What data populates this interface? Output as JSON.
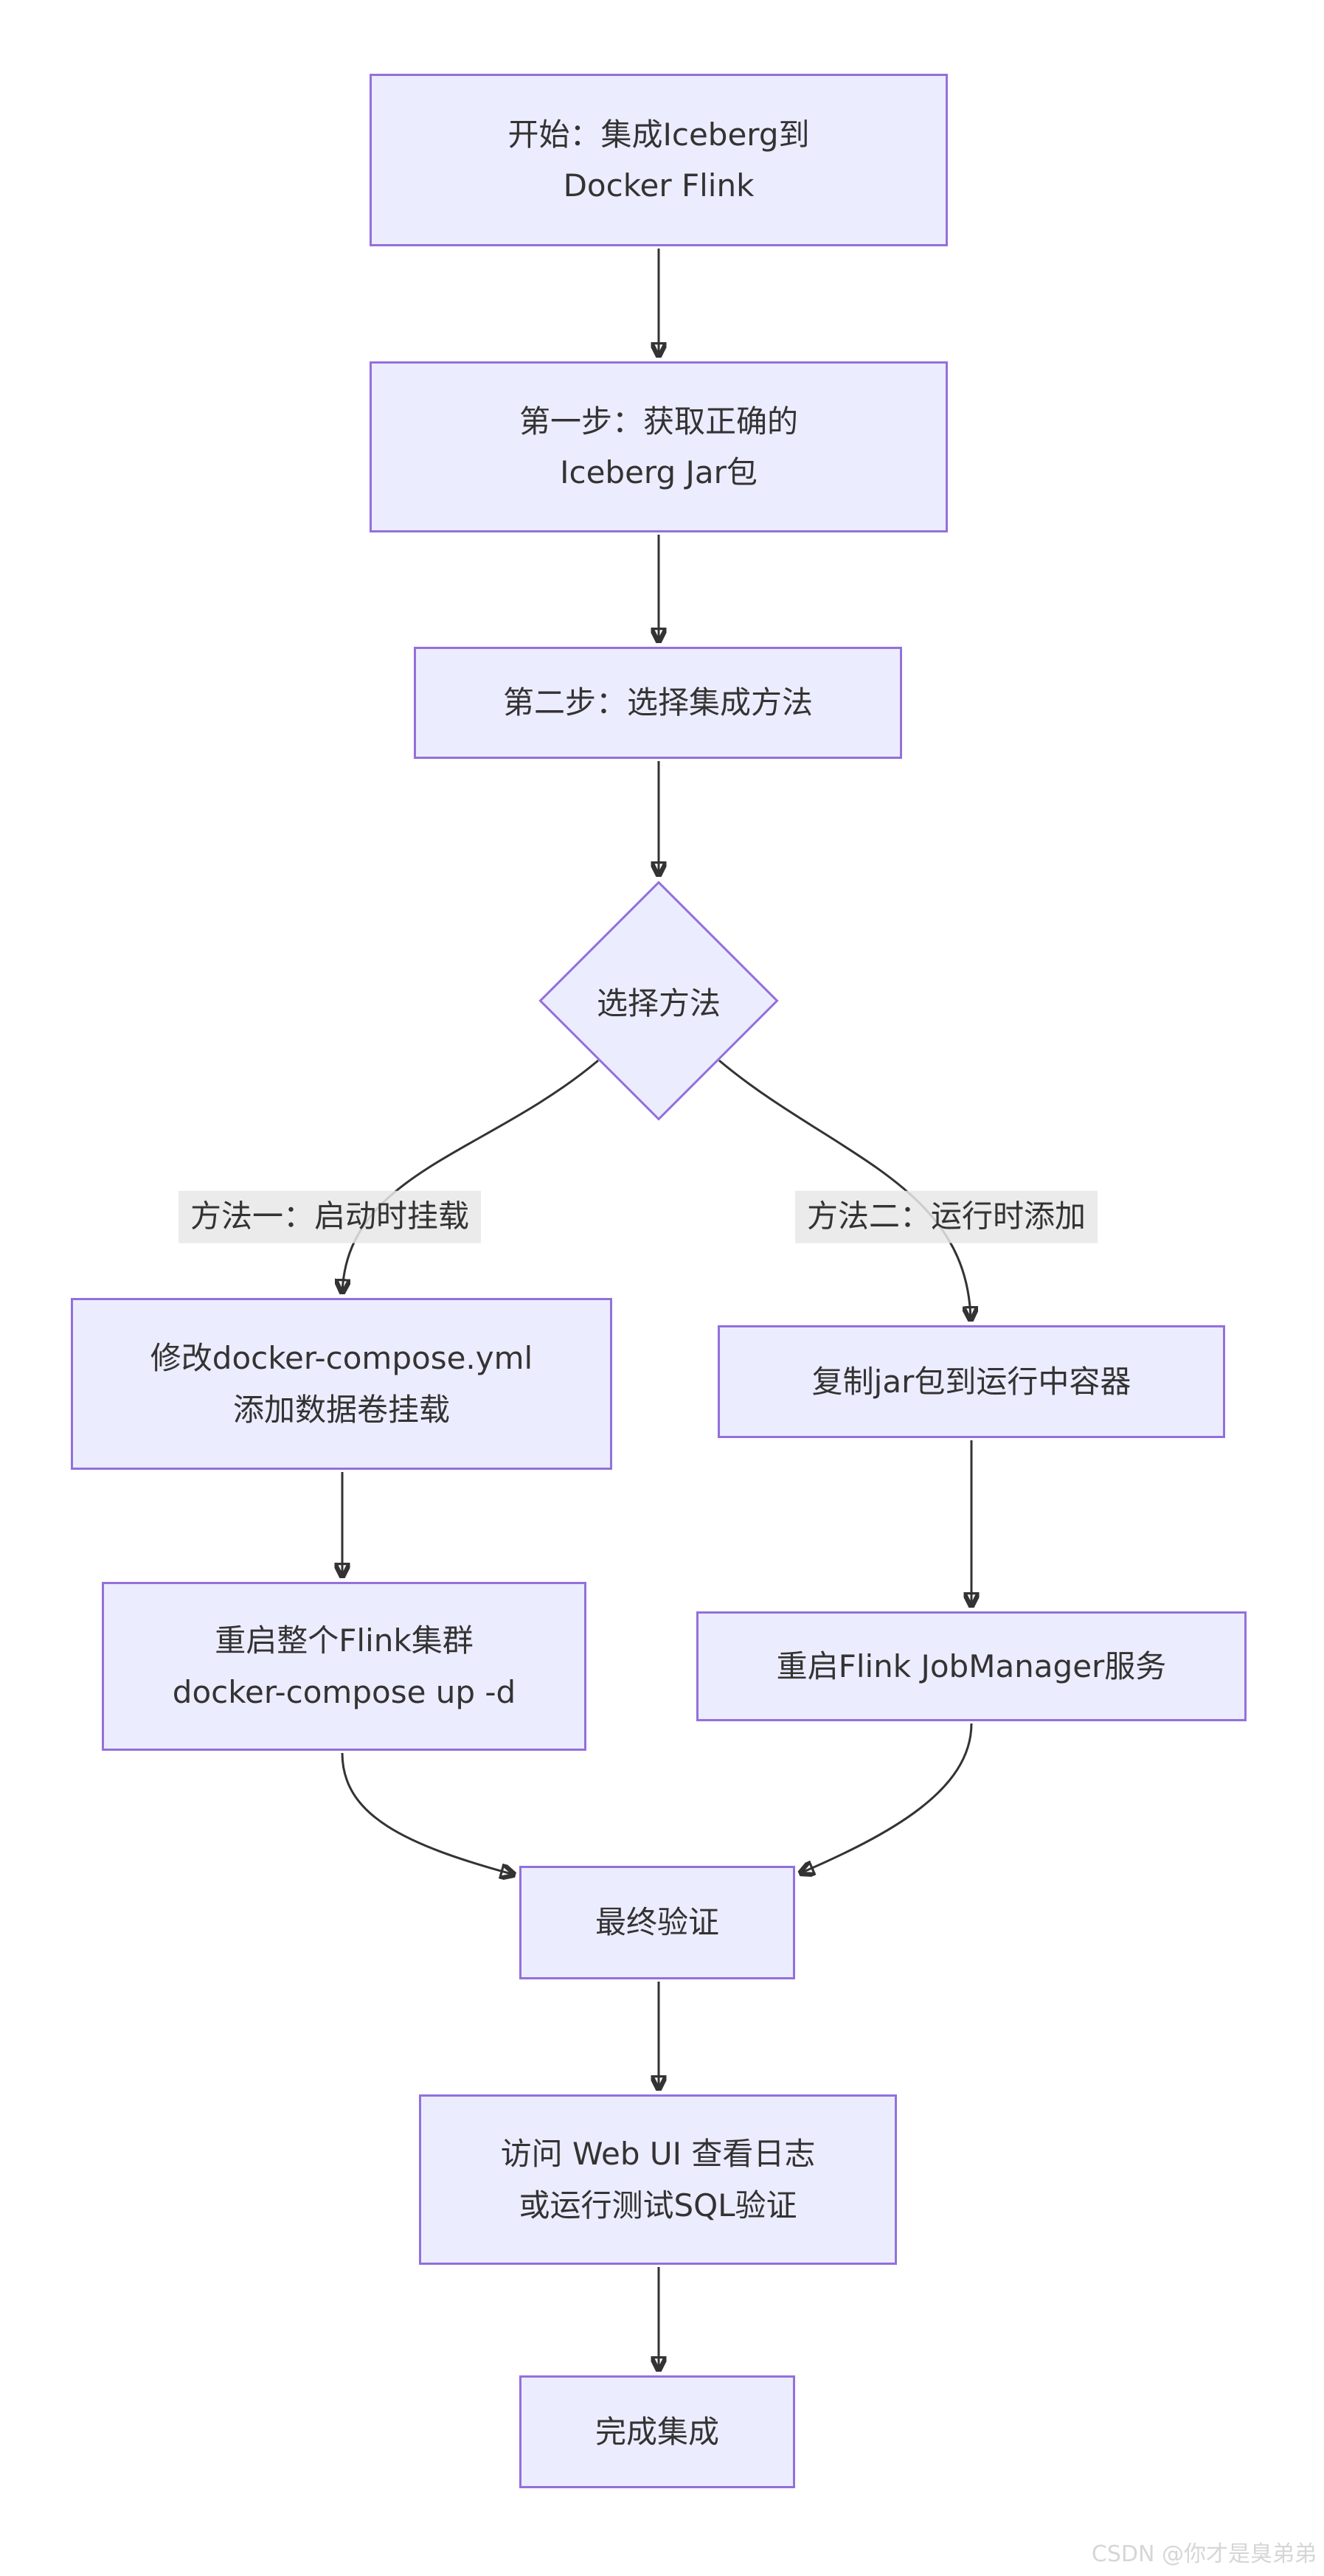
{
  "diagram": {
    "type": "flowchart",
    "direction": "top-down",
    "nodes": {
      "start": {
        "label": "开始：集成Iceberg到\nDocker Flink",
        "shape": "rect"
      },
      "step1": {
        "label": "第一步：获取正确的\nIceberg Jar包",
        "shape": "rect"
      },
      "step2": {
        "label": "第二步：选择集成方法",
        "shape": "rect"
      },
      "choose": {
        "label": "选择方法",
        "shape": "diamond"
      },
      "method1_step1": {
        "label": "修改docker-compose.yml\n添加数据卷挂载",
        "shape": "rect"
      },
      "method1_step2": {
        "label": "重启整个Flink集群\ndocker-compose up -d",
        "shape": "rect"
      },
      "method2_step1": {
        "label": "复制jar包到运行中容器",
        "shape": "rect"
      },
      "method2_step2": {
        "label": "重启Flink JobManager服务",
        "shape": "rect"
      },
      "verify": {
        "label": "最终验证",
        "shape": "rect"
      },
      "webui": {
        "label": "访问 Web UI 查看日志\n或运行测试SQL验证",
        "shape": "rect"
      },
      "done": {
        "label": "完成集成",
        "shape": "rect"
      }
    },
    "edge_labels": {
      "method1": "方法一：启动时挂载",
      "method2": "方法二：运行时添加"
    },
    "edges": [
      {
        "from": "start",
        "to": "step1"
      },
      {
        "from": "step1",
        "to": "step2"
      },
      {
        "from": "step2",
        "to": "choose"
      },
      {
        "from": "choose",
        "to": "method1_step1",
        "label": "方法一：启动时挂载"
      },
      {
        "from": "choose",
        "to": "method2_step1",
        "label": "方法二：运行时添加"
      },
      {
        "from": "method1_step1",
        "to": "method1_step2"
      },
      {
        "from": "method2_step1",
        "to": "method2_step2"
      },
      {
        "from": "method1_step2",
        "to": "verify"
      },
      {
        "from": "method2_step2",
        "to": "verify"
      },
      {
        "from": "verify",
        "to": "webui"
      },
      {
        "from": "webui",
        "to": "done"
      }
    ],
    "colors": {
      "node_fill": "#ECECFF",
      "node_border": "#9370DB",
      "edge": "#333333",
      "edge_label_bg": "#e8e8e8",
      "text": "#333333"
    }
  },
  "watermark": {
    "text": "CSDN @你才是臭弟弟"
  }
}
